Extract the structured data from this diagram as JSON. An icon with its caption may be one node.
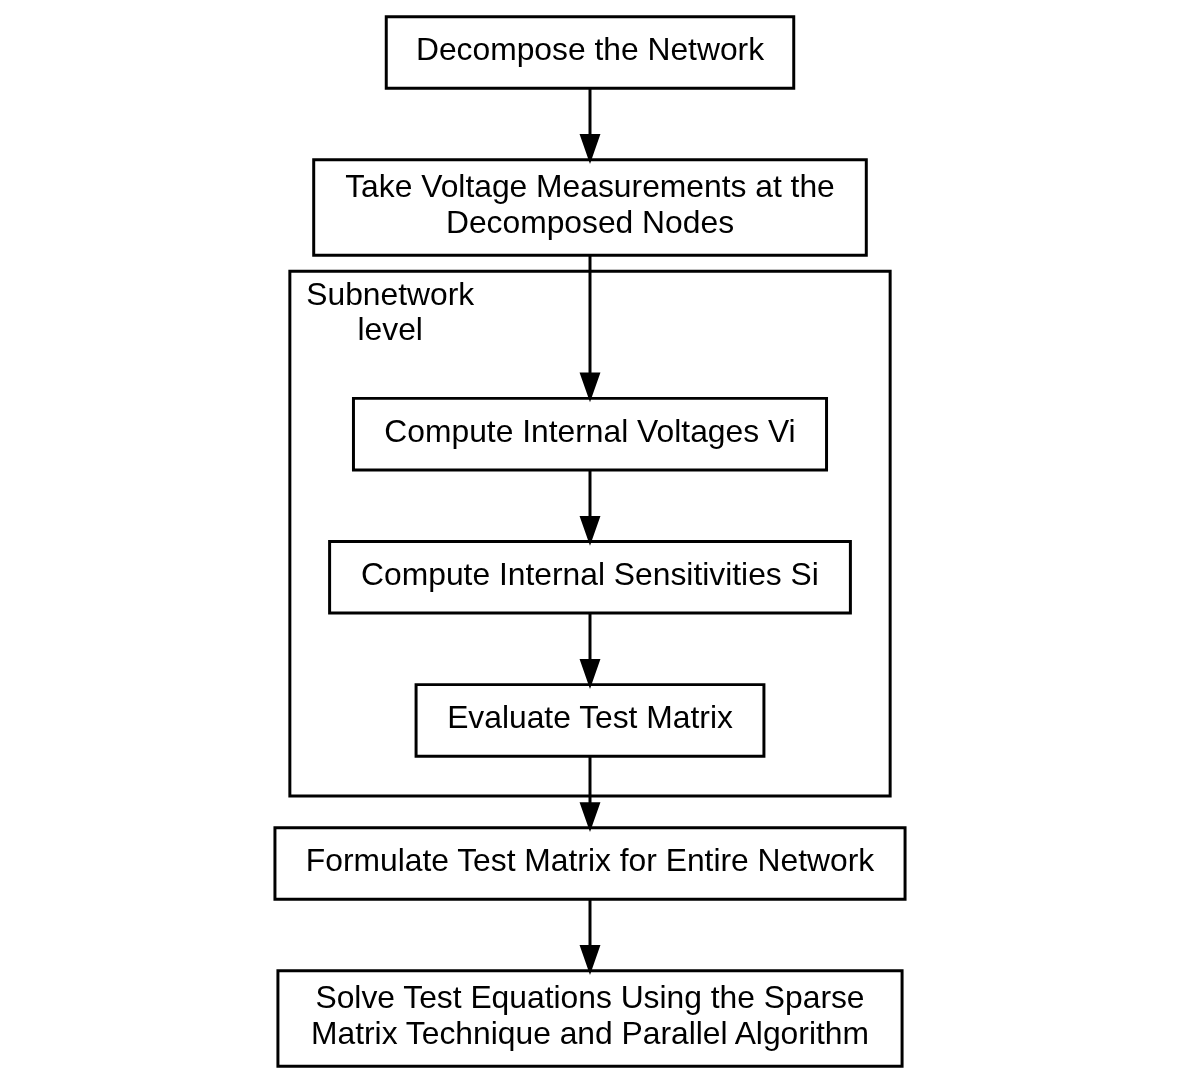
{
  "diagram": {
    "nodes": [
      {
        "text": [
          "Decompose the Network"
        ]
      },
      {
        "text": [
          "Take Voltage Measurements at the Decomposed Nodes"
        ]
      },
      {
        "text": [
          "Subnetwork level"
        ]
      },
      {
        "text": [
          "Compute Internal Voltages Vi"
        ],
        "in": 2
      },
      {
        "text": [
          "Compute Internal Sensitivities Si"
        ],
        "in": 2
      },
      {
        "text": [
          "Evaluate Test Matrix"
        ],
        "in": 2
      },
      {
        "text": [
          "Formulate Test Matrix for Entire Network"
        ]
      },
      {
        "text": [
          "Solve Test Equations Using the Sparse Matrix Technique and Parallel Algorithm"
        ]
      }
    ],
    "edges": [
      {
        "from": 0,
        "to": 1,
        "arrow": "to"
      },
      {
        "from": 1,
        "to": 3,
        "arrow": "to"
      },
      {
        "from": 3,
        "to": 4,
        "arrow": "to"
      },
      {
        "from": 4,
        "to": 5,
        "arrow": "to"
      },
      {
        "from": 5,
        "to": 6,
        "arrow": "to"
      },
      {
        "from": 6,
        "to": 7,
        "arrow": "to"
      }
    ]
  }
}
